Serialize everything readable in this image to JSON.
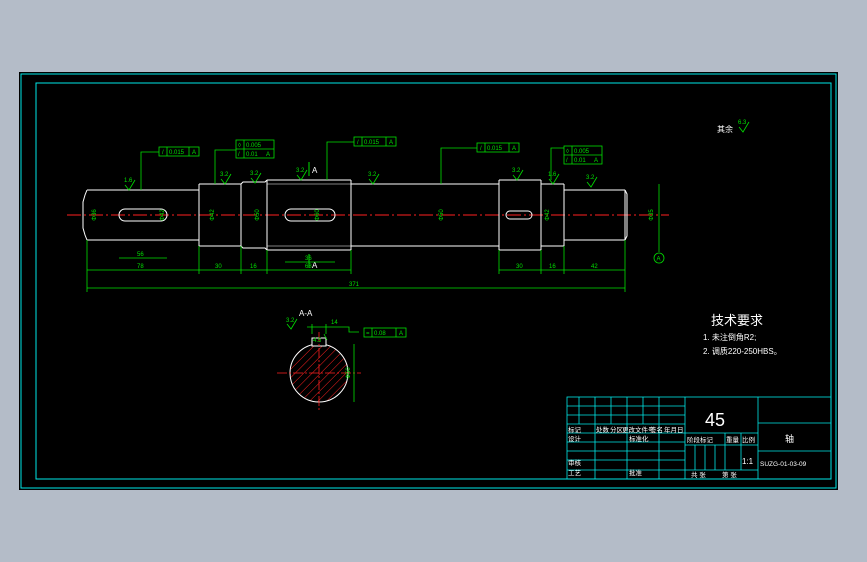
{
  "colors": {
    "background": "#b4bcc8",
    "sheet": "#000000",
    "border": "#00e8e8",
    "outline": "#ffffff",
    "dimension": "#00e000",
    "centerline": "#ff2020",
    "hatch": "#ff2020"
  },
  "remark": {
    "other_label": "其余",
    "other_value": "6.3"
  },
  "tech_requirements": {
    "title": "技术要求",
    "items": [
      "1. 未注倒角R2;",
      "2. 调质220-250HBS。"
    ]
  },
  "section": {
    "label": "A-A",
    "width_dim": "14",
    "depth_dim": "4.5",
    "diameter_dim": "Φ50",
    "tolerance": "0.08",
    "datum": "A",
    "roughness": "3.2"
  },
  "section_marks": {
    "top": "A",
    "bottom": "A"
  },
  "tolerance_frames": [
    {
      "id": "runout-1",
      "value": "0.015",
      "datum": "A"
    },
    {
      "id": "cyl-1",
      "value": "0.005"
    },
    {
      "id": "runout-2",
      "value": "0.01",
      "datum": "A"
    },
    {
      "id": "runout-3",
      "value": "0.015",
      "datum": "A"
    },
    {
      "id": "runout-4",
      "value": "0.015",
      "datum": "A"
    },
    {
      "id": "cyl-2",
      "value": "0.005"
    },
    {
      "id": "runout-5",
      "value": "0.01",
      "datum": "A"
    }
  ],
  "roughness_marks": [
    "1.6",
    "3.2",
    "3.2",
    "3.2",
    "3.2",
    "3.2",
    "1.6",
    "3.2",
    "3.2"
  ],
  "dimensions": {
    "key1_length": "56",
    "seg1": "78",
    "seg2": "30",
    "seg3": "16",
    "key2_length": "36",
    "seg4": "68",
    "seg5": "30",
    "seg6": "16",
    "seg7": "42",
    "total": "371",
    "dia1": "Φ36",
    "dia2": "Φ42",
    "dia3": "Φ42",
    "dia4": "Φ50",
    "dia5": "Φ60",
    "dia6": "Φ50",
    "dia7": "Φ42",
    "dia8": "Φ35"
  },
  "datum_label": "A",
  "title_block": {
    "material": "45",
    "part_name": "轴",
    "scale": "1:1",
    "drawing_no": "SUZG-01-03-09",
    "rows": {
      "mark": "标记",
      "count": "处数",
      "zone": "分区",
      "change_doc": "更改文件号",
      "sign": "签名",
      "date": "年月日",
      "design": "设计",
      "standardize": "标准化",
      "check": "审核",
      "process": "工艺",
      "approve": "批准",
      "stage_mark": "阶段标记",
      "weight": "重量",
      "scale_label": "比例",
      "sheets_total": "共 张",
      "sheet_no": "第 张"
    }
  }
}
